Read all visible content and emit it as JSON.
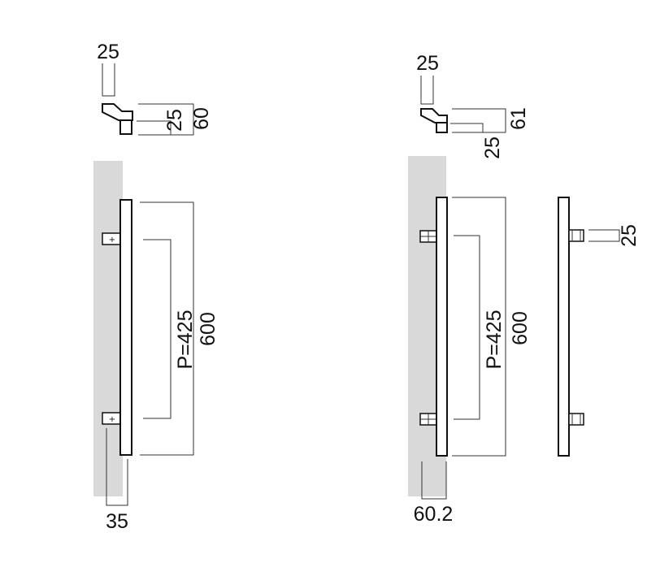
{
  "drawing_a": {
    "top_width": "25",
    "top_post": "25",
    "top_height": "60",
    "pitch": "P=425",
    "length": "600",
    "projection": "35"
  },
  "drawing_b": {
    "top_width": "25",
    "top_post": "25",
    "top_height": "61",
    "pitch": "P=425",
    "length": "600",
    "projection": "60.2"
  },
  "side_view": {
    "post_size": "25"
  }
}
